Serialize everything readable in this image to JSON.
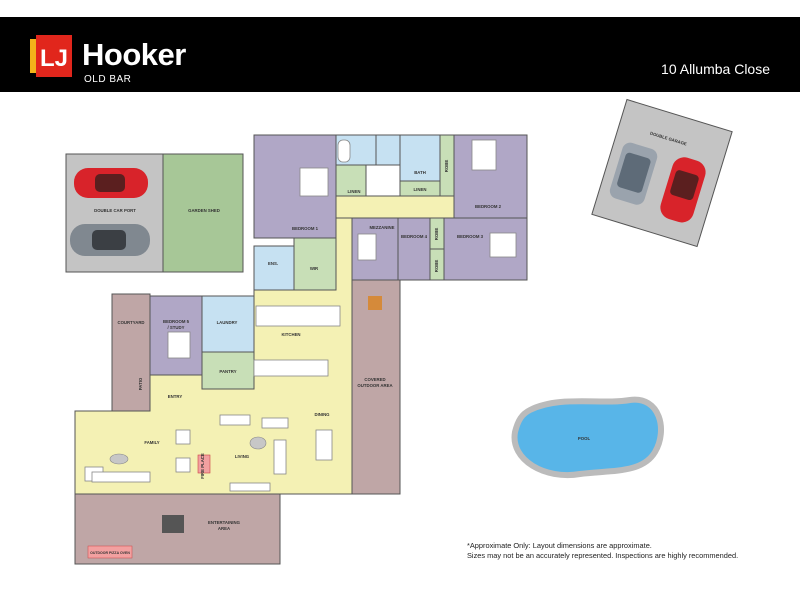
{
  "brand": {
    "name": "Hooker",
    "sub": "OLD BAR",
    "lj": "LJ",
    "colors": {
      "red": "#e1261c",
      "yellow": "#f3b31a",
      "black": "#000000"
    }
  },
  "address": "10 Allumba Close",
  "rooms": {
    "double_car_port": "DOUBLE CAR PORT",
    "garden_shed": "GARDEN SHED",
    "bedroom1": "BEDROOM 1",
    "linen1": "LINEN",
    "bath": "BATH",
    "linen2": "LINEN",
    "robe1": "ROBE",
    "bedroom2": "BEDROOM 2",
    "mezzanine": "MEZZANINE",
    "bedroom4": "BEDROOM 4",
    "robe2": "ROBE",
    "robe3": "ROBE",
    "bedroom3": "BEDROOM 3",
    "ens": "ENS.",
    "wir": "WIR",
    "courtyard": "COURTYARD",
    "bedroom5": "BEDROOM 5",
    "study": "/ STUDY",
    "laundry": "LAUNDRY",
    "kitchen": "KITCHEN",
    "pantry": "PANTRY",
    "patio": "PATIO",
    "entry": "ENTRY",
    "covered": "COVERED",
    "outdoor_area": "OUTDOOR AREA",
    "dining": "DINING",
    "family": "FAMILY",
    "living": "LIVING",
    "fire_place": "FIRE PLACE",
    "entertaining": "ENTERTAINING",
    "entertaining_area": "AREA",
    "pool": "POOL",
    "double_garage": "DOUBLE GARAGE",
    "pizza_oven": "OUTDOOR PIZZA OVEN"
  },
  "disclaimer": {
    "line1": "*Approximate Only: Layout dimensions are approximate.",
    "line2": "Sizes may not be an accurately represented. Inspections are highly recommended."
  }
}
